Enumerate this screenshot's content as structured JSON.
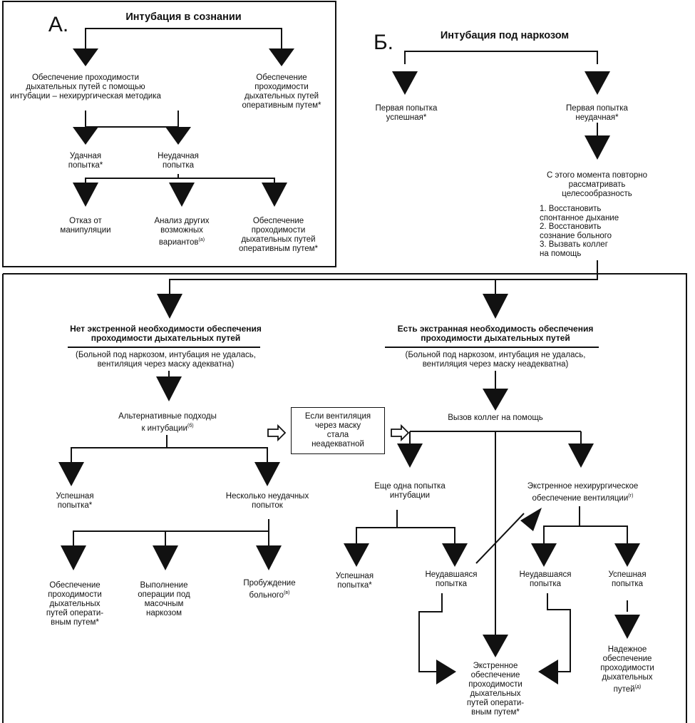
{
  "panelA": {
    "letter": "А.",
    "title": "Интубация в сознании",
    "nonsurgical": "Обеспечение проходимости\nдыхательных путей с помощью\nинтубации – нехирургическая методика",
    "surgical": "Обеспечение\nпроходимости\nдыхательных путей\nоперативным путем*",
    "success": "Удачная\nпопытка*",
    "fail": "Неудачная\nпопытка",
    "refuse": "Отказ от\nманипуляции",
    "analyze": "Анализ других\nвозможных\nвариантов",
    "analyze_sup": "(а)",
    "surgical2": "Обеспечение\nпроходимости\nдыхательных путей\nоперативным путем*"
  },
  "panelB": {
    "letter": "Б.",
    "title": "Интубация под наркозом",
    "first_success": "Первая попытка\nуспешная*",
    "first_fail": "Первая попытка\nнеудачная*",
    "consider": "С этого момента повторно\nрассматривать\nцелесообразность",
    "steps": [
      "1. Восстановить\n    спонтанное дыхание",
      "2. Восстановить\n    сознание больного",
      "3. Вызвать коллег\n    на помощь"
    ]
  },
  "nonEmergency": {
    "title": "Нет экстренной необходимости обеспечения\nпроходимости дыхательных путей",
    "subtitle": "(Больной под наркозом, интубация не удалась,\nвентиляция через маску адекватна)",
    "alternative": "Альтернативные подходы\nк интубации",
    "alternative_sup": "(б)",
    "success": "Успешная\nпопытка*",
    "several_fail": "Несколько неудачных\nпопыток",
    "surgical": "Обеспечение\nпроходимости\nдыхательных\nпутей операти-\nвным путем*",
    "mask_op": "Выполнение\nоперации под\nмасочным\nнаркозом",
    "wake": "Пробуждение\nбольного",
    "wake_sup": "(в)"
  },
  "transition": {
    "text": "Если вентиляция\nчерез маску\nстала\nнеадекватной"
  },
  "emergency": {
    "title": "Есть экстранная необходимость обеспечения\nпроходимости дыхательных путей",
    "subtitle": "(Больной под наркозом, интубация не удалась,\nвентиляция через маску неадекватна)",
    "call_help": "Вызов коллег на помощь",
    "another_attempt": "Еще одна попытка\nинтубации",
    "emergency_vent": "Экстренное нехирургическое\nобеспечение вентиляции",
    "emergency_vent_sup": "(г)",
    "success1": "Успешная\nпопытка*",
    "fail1": "Неудавшаяся\nпопытка",
    "fail2": "Неудавшаяся\nпопытка",
    "success2": "Успешная\nпопытка",
    "final": "Экстренное\nобеспечение\nпроходимости\nдыхательных\nпутей операти-\nвным путем*",
    "reliable": "Надежное\nобеспечение\nпроходимости\nдыхательных\nпутей",
    "reliable_sup": "(д)"
  }
}
